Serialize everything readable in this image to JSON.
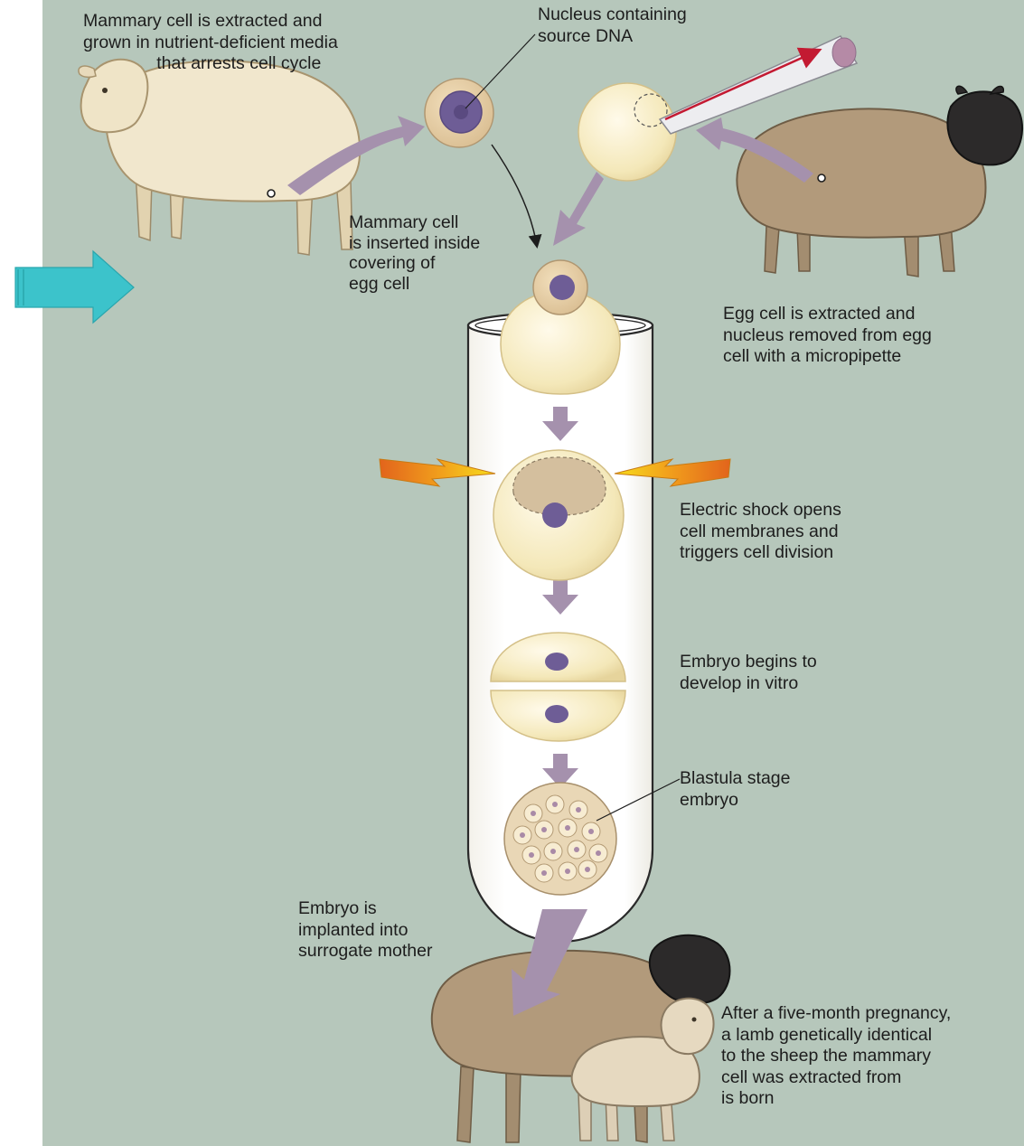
{
  "labels": {
    "mammary_extracted": "Mammary cell is extracted and\ngrown in nutrient-deficient media\n               that arrests cell cycle",
    "nucleus": "Nucleus containing\nsource DNA",
    "mammary_inserted": "Mammary cell\nis inserted inside\ncovering of\negg cell",
    "egg_extracted": "Egg cell is extracted and\nnucleus removed from egg\ncell with a micropipette",
    "electric_shock": "Electric shock opens\ncell membranes and\ntriggers cell division",
    "embryo_develops": "Embryo begins to\ndevelop in vitro",
    "blastula": "Blastula stage\nembryo",
    "implanted": "Embryo is\nimplanted into\nsurrogate mother",
    "born": "After a five-month pregnancy,\na lamb genetically identical\nto the sheep the mammary\ncell was extracted from\nis born"
  },
  "colors": {
    "background": "#b6c7bb",
    "process_arrow": "#a591ad",
    "egg_cell": "#f6ecbe",
    "nucleus": "#6e5d96",
    "pointer_arrow": "#3cc3cb",
    "lightning": "#f2c21c",
    "white_sheep": "#f0e6cc",
    "brown_sheep": "#b29a7b"
  },
  "icons": {
    "pointer": "right-arrow-icon",
    "shock": "lightning-bolt-icon"
  }
}
